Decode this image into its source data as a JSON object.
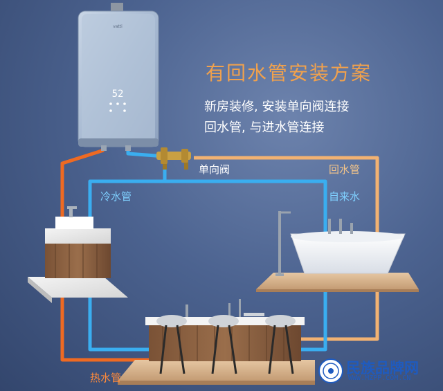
{
  "title": "有回水管安装方案",
  "description": [
    "新房装修, 安装单向阀连接",
    "回水管, 与进水管连接"
  ],
  "labels": {
    "check_valve": "单向阀",
    "return_pipe": "回水管",
    "cold_pipe": "冷水管",
    "tap_water": "自来水",
    "hot_pipe": "热水管"
  },
  "watermark": {
    "name": "民族品牌网",
    "url": "WWW.MZPP.COM.CN"
  },
  "colors": {
    "hot_pipe": "#ef6a22",
    "cold_pipe": "#3aaef0",
    "return_pipe": "#f2b272",
    "title": "#f0a14d",
    "background": "#4c6390"
  }
}
